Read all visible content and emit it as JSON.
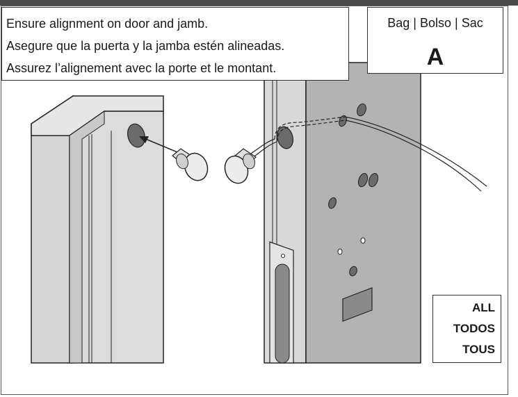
{
  "instructions": {
    "line_en": "Ensure alignment on door and jamb.",
    "line_es": "Asegure que la puerta y la jamba estén alineadas.",
    "line_fr": "Assurez l’alignement avec la porte et le montant."
  },
  "bag": {
    "label": "Bag | Bolso | Sac",
    "letter": "A"
  },
  "applies_to": {
    "line_en": "ALL",
    "line_es": "TODOS",
    "line_fr": "TOUS"
  },
  "colors": {
    "frame_dark": "#4a4a4a",
    "part_fill": "#d9d9d9",
    "door_fill": "#b3b3b3",
    "hole_fill": "#6b6b6b",
    "outline": "#222222"
  },
  "icons": {
    "arrow": "insertion-arrow-icon",
    "sensor": "door-sensor-icon"
  }
}
